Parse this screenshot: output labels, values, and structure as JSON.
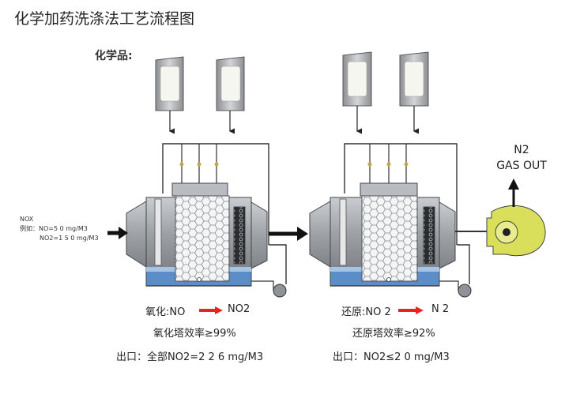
{
  "title": "化学加药洗涤法工艺流程图",
  "chemical_label": "化学品:",
  "inlet": {
    "line1": "NOX",
    "line2": "例如：NO=5 0 mg/M3",
    "line3": "NO2=1 5 0 mg/M3"
  },
  "outlet": {
    "line1": "N2",
    "line2": "GAS OUT"
  },
  "tower1": {
    "reaction_left": "氧化:NO",
    "reaction_right": "NO2",
    "efficiency": "氧化塔效率≥99%",
    "output": "出口：全部NO2=2 2 6 mg/M3"
  },
  "tower2": {
    "reaction_left": "还原:NO 2",
    "reaction_right": "N 2",
    "efficiency": "还原塔效率≥92%",
    "output": "出口：NO2≤2 0 mg/M3"
  },
  "colors": {
    "reaction_arrow": "#e8241c",
    "liquid": "#5b8ec8",
    "fan": "#d9df5a"
  }
}
